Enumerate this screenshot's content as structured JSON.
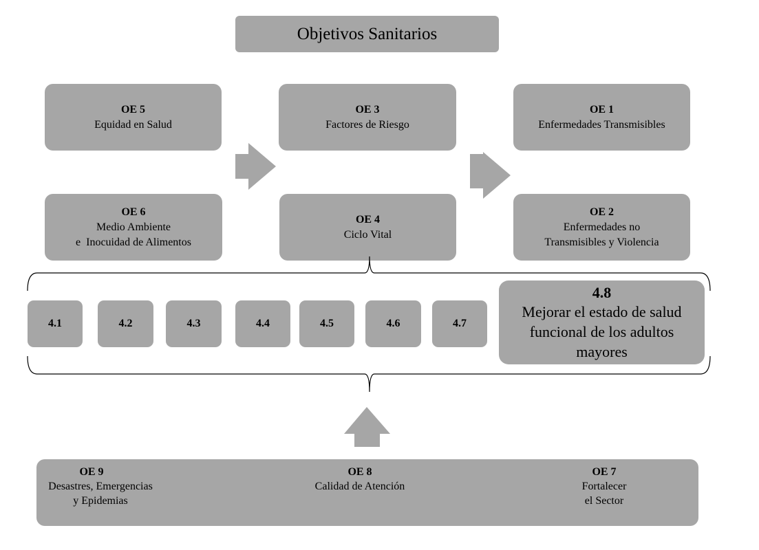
{
  "title": "Objetivos Sanitarios",
  "top_boxes": [
    {
      "code": "OE 5",
      "lines": [
        "Equidad en Salud"
      ]
    },
    {
      "code": "OE 3",
      "lines": [
        "Factores de Riesgo"
      ]
    },
    {
      "code": "OE 1",
      "lines": [
        "Enfermedades Transmisibles"
      ]
    },
    {
      "code": "OE 6",
      "lines": [
        "Medio Ambiente",
        "e  Inocuidad de Alimentos"
      ]
    },
    {
      "code": "OE 4",
      "lines": [
        "Ciclo Vital"
      ]
    },
    {
      "code": "OE 2",
      "lines": [
        "Enfermedades no",
        "Transmisibles y Violencia"
      ]
    }
  ],
  "sub_objectives": [
    "4.1",
    "4.2",
    "4.3",
    "4.4",
    "4.5",
    "4.6",
    "4.7"
  ],
  "highlight": {
    "code": "4.8",
    "lines": [
      "Mejorar el estado de salud",
      "funcional de los adultos",
      "mayores"
    ]
  },
  "bottom": [
    {
      "code": "OE 9",
      "lines": [
        "Desastres, Emergencias",
        "y Epidemias"
      ]
    },
    {
      "code": "OE 8",
      "lines": [
        "Calidad de Atención"
      ]
    },
    {
      "code": "OE 7",
      "lines": [
        "Fortalecer",
        "el Sector"
      ]
    }
  ],
  "colors": {
    "box_fill": "#a6a6a6",
    "brace": "#000000",
    "background": "#ffffff"
  }
}
